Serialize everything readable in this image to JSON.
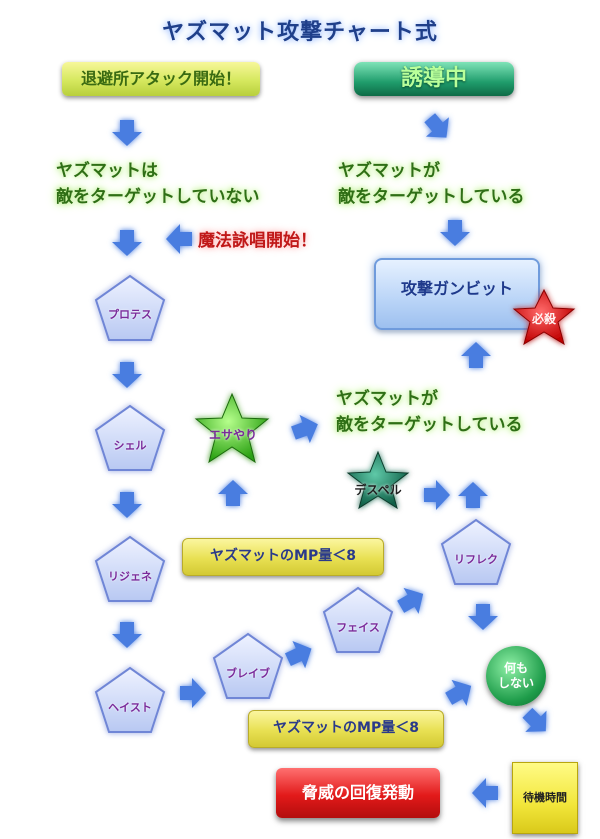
{
  "title": "ヤズマット攻撃チャート式",
  "start_button": "退避所アタック開始！",
  "lure_button": "誘導中",
  "left_condition": [
    "ヤズマットは",
    "敵をターゲットしていない"
  ],
  "right_condition": [
    "ヤズマットが",
    "敵をターゲットしている"
  ],
  "middle_condition": [
    "ヤズマットが",
    "敵をターゲットしている"
  ],
  "magic_start": "魔法詠唱開始！",
  "attack_box": "攻撃ガンビット",
  "pentagons": {
    "protes": "プロテス",
    "shell": "シェル",
    "regene": "リジェネ",
    "haste": "ヘイスト",
    "bravery": "ブレイブ",
    "faith": "フェイス",
    "reflect": "リフレク"
  },
  "stars": {
    "hissatsu": "必殺",
    "esayari": "エサやり",
    "death": "デスペル"
  },
  "bar1": "ヤズマットのMP量＜8",
  "bar2": "ヤズマットのMP量＜8",
  "nothing": [
    "何も",
    "しない"
  ],
  "wait": "待機時間",
  "threat": "脅威の回復発動",
  "colors": {
    "pentagon_fill": "#c9d6f5",
    "pentagon_stroke": "#6f86d6",
    "arrow": "#4a7de0",
    "star_red": "#e01515",
    "star_green": "#38c21c",
    "star_teal": "#1f8a6a"
  }
}
